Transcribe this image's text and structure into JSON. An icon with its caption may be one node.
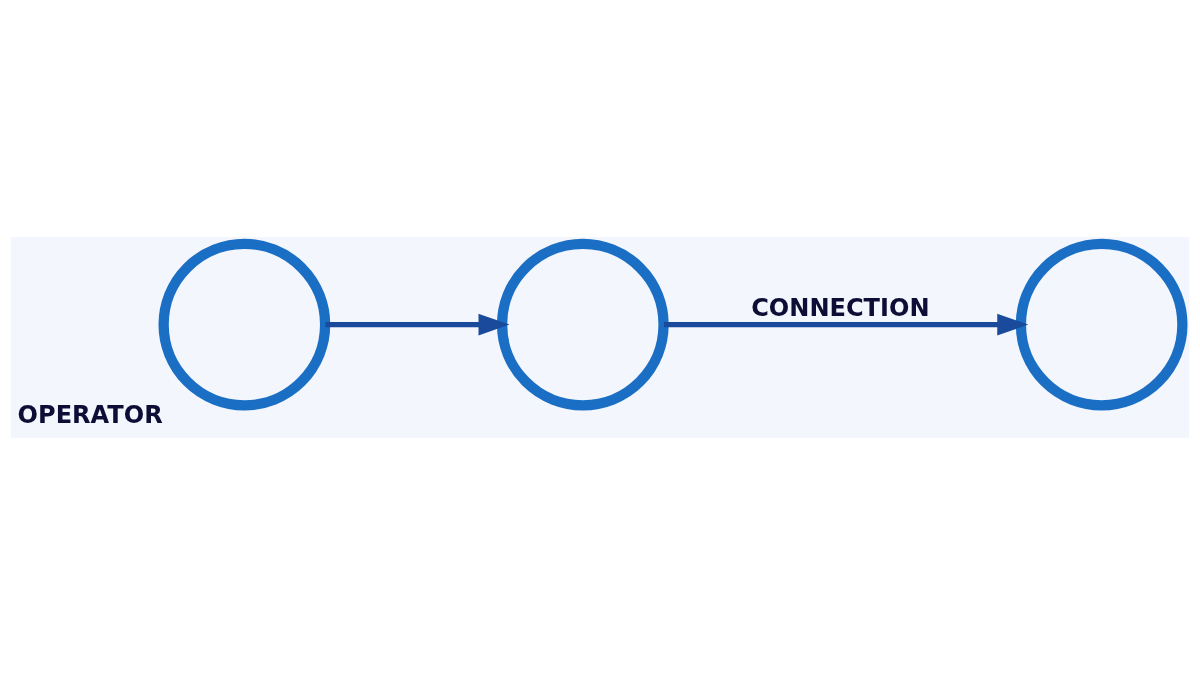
{
  "diagram": {
    "nodes": [
      {
        "text": [],
        "shape": "circle",
        "beside": [
          "OPERATOR"
        ]
      },
      {
        "text": [],
        "shape": "circle"
      },
      {
        "text": [],
        "shape": "circle"
      }
    ],
    "edges": [
      {
        "from": 0,
        "to": 1,
        "arrow": "to"
      },
      {
        "from": 1,
        "to": 2,
        "arrow": "to",
        "label": "CONNECTION"
      }
    ]
  }
}
